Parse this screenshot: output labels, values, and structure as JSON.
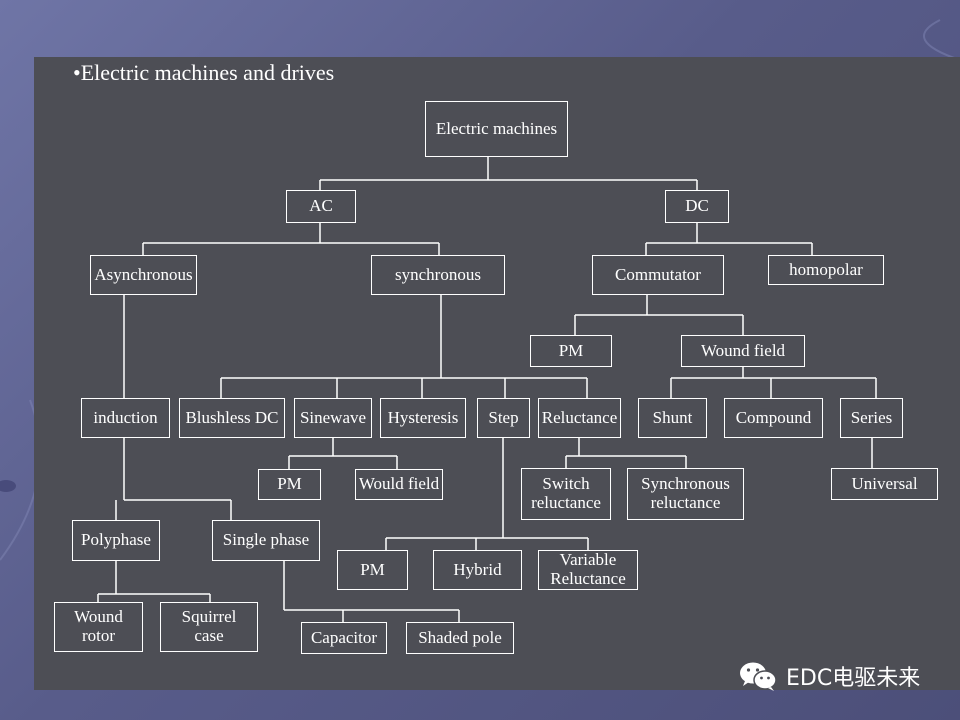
{
  "title": "•Electric machines and drives",
  "watermark": {
    "text": "EDC电驱未来",
    "icon": "wechat-icon"
  },
  "colors": {
    "panel": "#4d4e55",
    "line": "#ffffff",
    "background": "#5c6090"
  },
  "nodes": {
    "root": "Electric machines",
    "ac": "AC",
    "dc": "DC",
    "asynchronous": "Asynchronous",
    "synchronous": "synchronous",
    "commutator": "Commutator",
    "homopolar": "homopolar",
    "induction": "induction",
    "blushless_dc": "Blushless DC",
    "sinewave": "Sinewave",
    "hysteresis": "Hysteresis",
    "step": "Step",
    "reluctance": "Reluctance",
    "pm_dc": "PM",
    "wound_field": "Wound field",
    "shunt": "Shunt",
    "compound": "Compound",
    "series": "Series",
    "pm_sine": "PM",
    "would_field": "Would field",
    "switch_reluctance": "Switch\nreluctance",
    "synchronous_reluctance": "Synchronous\nreluctance",
    "universal": "Universal",
    "polyphase": "Polyphase",
    "single_phase": "Single phase",
    "pm_step": "PM",
    "hybrid": "Hybrid",
    "variable_reluctance": "Variable\nReluctance",
    "wound_rotor": "Wound\nrotor",
    "squirrel_case": "Squirrel\ncase",
    "capacitor": "Capacitor",
    "shaded_pole": "Shaded pole"
  }
}
